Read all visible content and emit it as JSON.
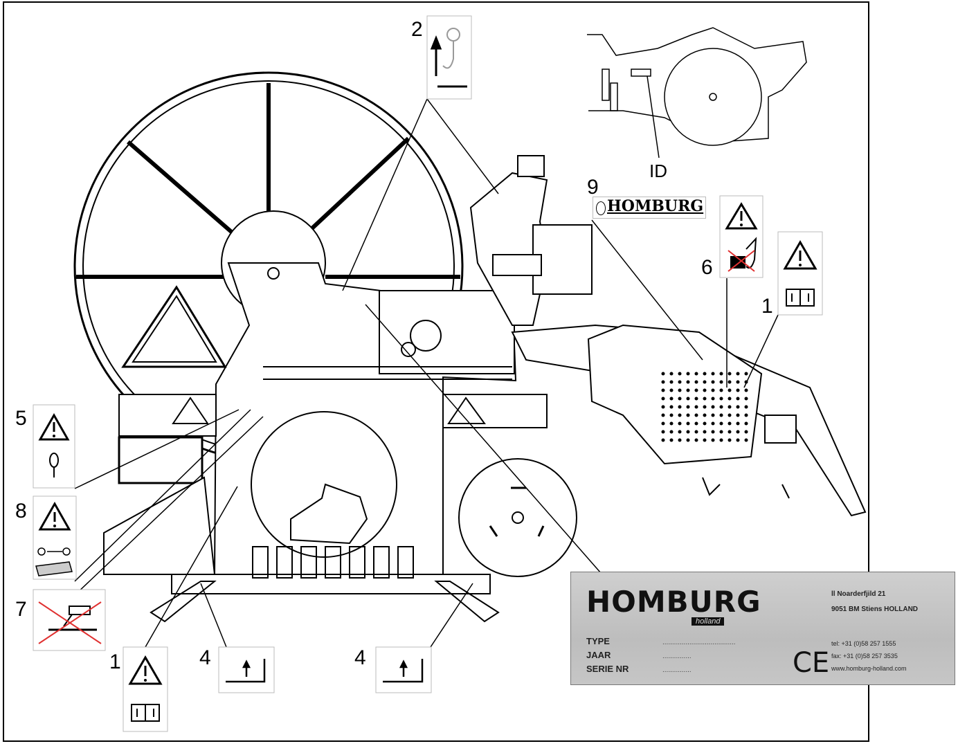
{
  "callouts": {
    "c2": "2",
    "c9": "9",
    "c6": "6",
    "c1_right": "1",
    "c5": "5",
    "c8": "8",
    "c7": "7",
    "c1_bottom": "1",
    "c4_left": "4",
    "c4_right": "4"
  },
  "id_label": "ID",
  "logo_text": "HOMBURG",
  "nameplate": {
    "brand": "HOMBURG",
    "sub": "holland",
    "fields": [
      "TYPE",
      "JAAR",
      "SERIE NR"
    ],
    "address_1": "ll Noarderfjild 21",
    "address_2": "9051 BM Stiens  HOLLAND",
    "tel": "tel: +31 (0)58 257 1555",
    "fax": "fax: +31 (0)58 257 3535",
    "web": "www.homburg-holland.com",
    "ce": "CE"
  },
  "icons": {
    "warning": "warning-triangle-icon",
    "manual": "manual-book-icon",
    "lift": "lifting-hook-icon",
    "support": "support-point-icon"
  }
}
